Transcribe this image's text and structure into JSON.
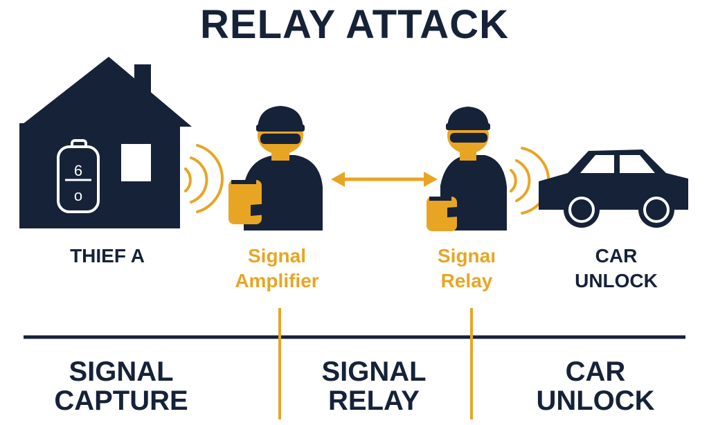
{
  "title": "RELAY ATTACK",
  "colors": {
    "navy": "#162238",
    "gold": "#E8A524",
    "background": "#ffffff"
  },
  "icons": [
    "house-icon",
    "key-fob-icon",
    "signal-waves-icon",
    "thief-icon",
    "device-icon",
    "double-arrow-icon",
    "car-icon"
  ],
  "key_fob": {
    "top_glyph": "6",
    "bottom_glyph": "o"
  },
  "actors": [
    {
      "lines": [
        "THIEF A"
      ]
    },
    {
      "lines": [
        "Signal",
        "Amplifier"
      ]
    },
    {
      "lines": [
        "Signaı",
        "Relay"
      ]
    },
    {
      "lines": [
        "CAR",
        "UNLOCK"
      ]
    }
  ],
  "stages": [
    {
      "lines": [
        "SIGNAL",
        "CAPTURE"
      ]
    },
    {
      "lines": [
        "SIGNAL",
        "RELAY"
      ]
    },
    {
      "lines": [
        "CAR",
        "UNLOCK"
      ]
    }
  ]
}
